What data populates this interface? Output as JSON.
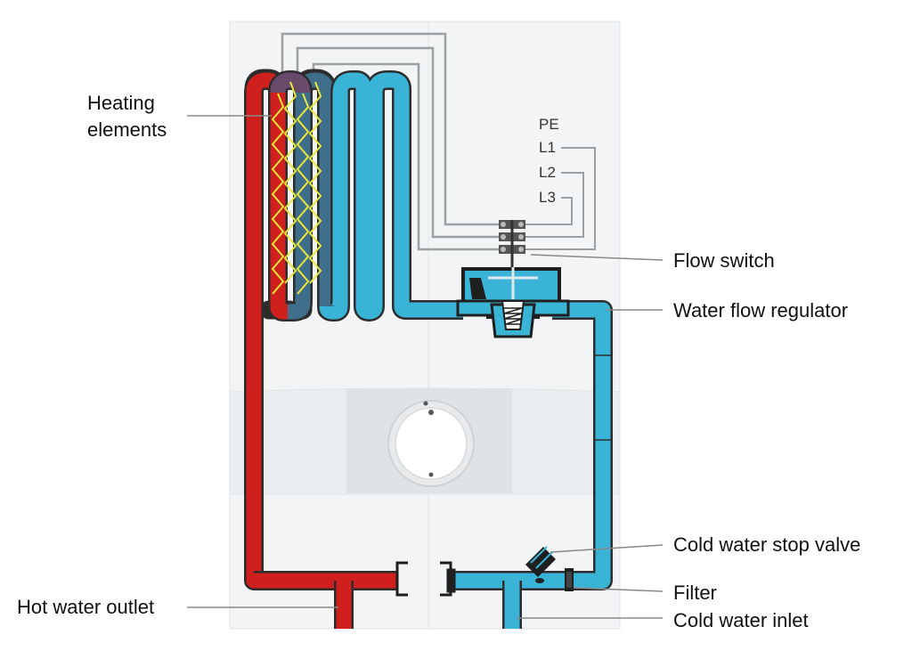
{
  "labels": {
    "heating_elements_line1": "Heating",
    "heating_elements_line2": "elements",
    "flow_switch": "Flow switch",
    "water_flow_regulator": "Water flow regulator",
    "cold_water_stop_valve": "Cold water stop valve",
    "filter": "Filter",
    "cold_water_inlet": "Cold water inlet",
    "hot_water_outlet": "Hot water outlet"
  },
  "terminals": [
    "PE",
    "L1",
    "L2",
    "L3"
  ],
  "colors": {
    "hot_pipe": "#d0201d",
    "cold_pipe": "#3ab4d6",
    "mixed_pipe": "#3f6e8a",
    "heating_coil": "#e9e83a",
    "wire": "#9aa0a4",
    "casing": "#f1f3f4",
    "pipe_outline": "#2d2d2d"
  }
}
